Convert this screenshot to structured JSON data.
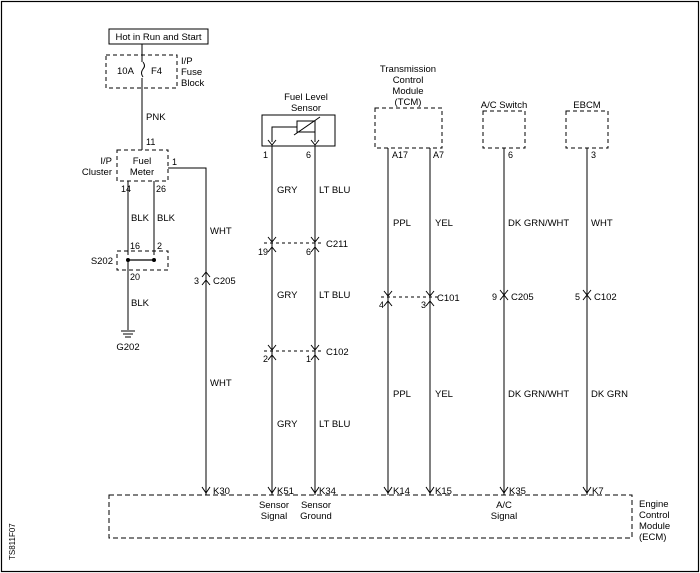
{
  "power": {
    "banner": "Hot in Run and Start",
    "fuse_rating": "10A",
    "fuse_id": "F4",
    "fuse_block_line1": "I/P",
    "fuse_block_line2": "Fuse",
    "fuse_block_line3": "Block"
  },
  "cluster": {
    "label_line1": "I/P",
    "label_line2": "Cluster",
    "meter_line1": "Fuel",
    "meter_line2": "Meter",
    "pin_top": "11",
    "pin_out": "1",
    "pin_left": "14",
    "pin_right": "26"
  },
  "splice": {
    "label": "S202",
    "pin_16": "16",
    "pin_2": "2",
    "pin_20": "20",
    "ground_label": "G202"
  },
  "components": {
    "fuel_sensor_line1": "Fuel Level",
    "fuel_sensor_line2": "Sensor",
    "fuel_sensor_pin_a": "1",
    "fuel_sensor_pin_b": "6",
    "tcm_line1": "Transmission",
    "tcm_line2": "Control",
    "tcm_line3": "Module",
    "tcm_line4": "(TCM)",
    "tcm_pin_a": "A17",
    "tcm_pin_b": "A7",
    "ac_switch": "A/C Switch",
    "ac_pin": "6",
    "ebcm": "EBCM",
    "ebcm_pin": "3"
  },
  "wires": {
    "pnk": "PNK",
    "blk_left": "BLK",
    "blk_right": "BLK",
    "blk_ground": "BLK",
    "wht_upper": "WHT",
    "wht_lower": "WHT",
    "gry_1": "GRY",
    "gry_2": "GRY",
    "gry_3": "GRY",
    "ltblu_1": "LT BLU",
    "ltblu_2": "LT BLU",
    "ltblu_3": "LT BLU",
    "ppl_1": "PPL",
    "ppl_2": "PPL",
    "yel_1": "YEL",
    "yel_2": "YEL",
    "dkgrnwht_1": "DK GRN/WHT",
    "dkgrnwht_2": "DK GRN/WHT",
    "wht_ebcm": "WHT",
    "dkgrn_ebcm": "DK GRN"
  },
  "connectors": {
    "c205_wht_pin": "3",
    "c205_wht_name": "C205",
    "c211_pin_a": "19",
    "c211_pin_b": "6",
    "c211_name": "C211",
    "c102_pin_a": "2",
    "c102_pin_b": "1",
    "c102_name": "C102",
    "c101_pin_a": "4",
    "c101_pin_b": "3",
    "c101_name": "C101",
    "c205_ac_pin": "9",
    "c205_ac_name": "C205",
    "c102_ebcm_pin": "5",
    "c102_ebcm_name": "C102"
  },
  "ecm": {
    "pin_k30": "K30",
    "pin_k51": "K51",
    "pin_k34": "K34",
    "pin_k14": "K14",
    "pin_k15": "K15",
    "pin_k35": "K35",
    "pin_k7": "K7",
    "sensor_signal_line1": "Sensor",
    "sensor_signal_line2": "Signal",
    "sensor_ground_line1": "Sensor",
    "sensor_ground_line2": "Ground",
    "ac_signal_line1": "A/C",
    "ac_signal_line2": "Signal",
    "module_line1": "Engine",
    "module_line2": "Control",
    "module_line3": "Module",
    "module_line4": "(ECM)"
  },
  "figure_id": "TS811F07"
}
